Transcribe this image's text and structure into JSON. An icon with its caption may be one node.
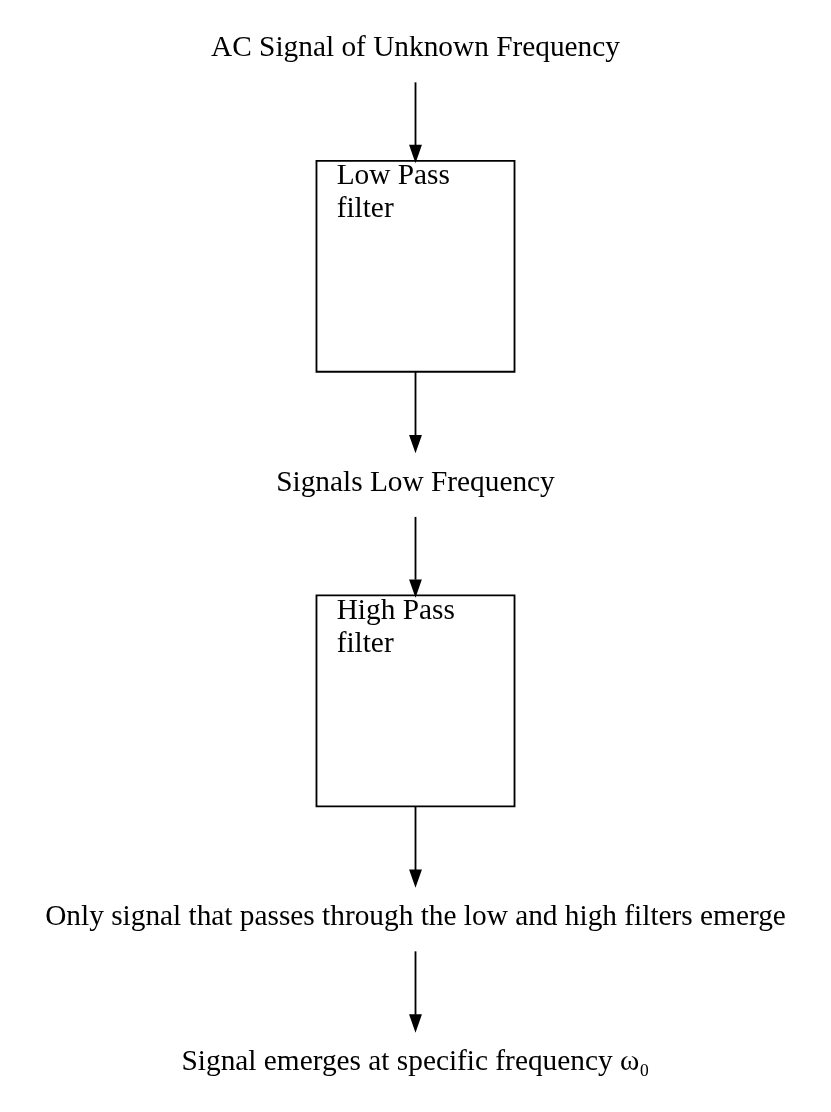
{
  "diagram": {
    "nodes": [
      {
        "text": [
          "AC Signal of Unknown Frequency"
        ]
      },
      {
        "text": [
          "Low Pass filter"
        ]
      },
      {
        "text": [
          "Signals Low Frequency"
        ]
      },
      {
        "text": [
          "High Pass filter"
        ]
      },
      {
        "text": [
          "Only signal that passes through the low and high filters emerge"
        ]
      },
      {
        "text": [
          "Signal emerges at specific frequency ω₀"
        ]
      }
    ],
    "edges": [
      {
        "from": 0,
        "to": 1,
        "arrow": "to"
      },
      {
        "from": 1,
        "to": 2,
        "arrow": "to"
      },
      {
        "from": 2,
        "to": 3,
        "arrow": "to"
      },
      {
        "from": 3,
        "to": 4,
        "arrow": "to"
      },
      {
        "from": 4,
        "to": 5,
        "arrow": "to"
      }
    ]
  }
}
